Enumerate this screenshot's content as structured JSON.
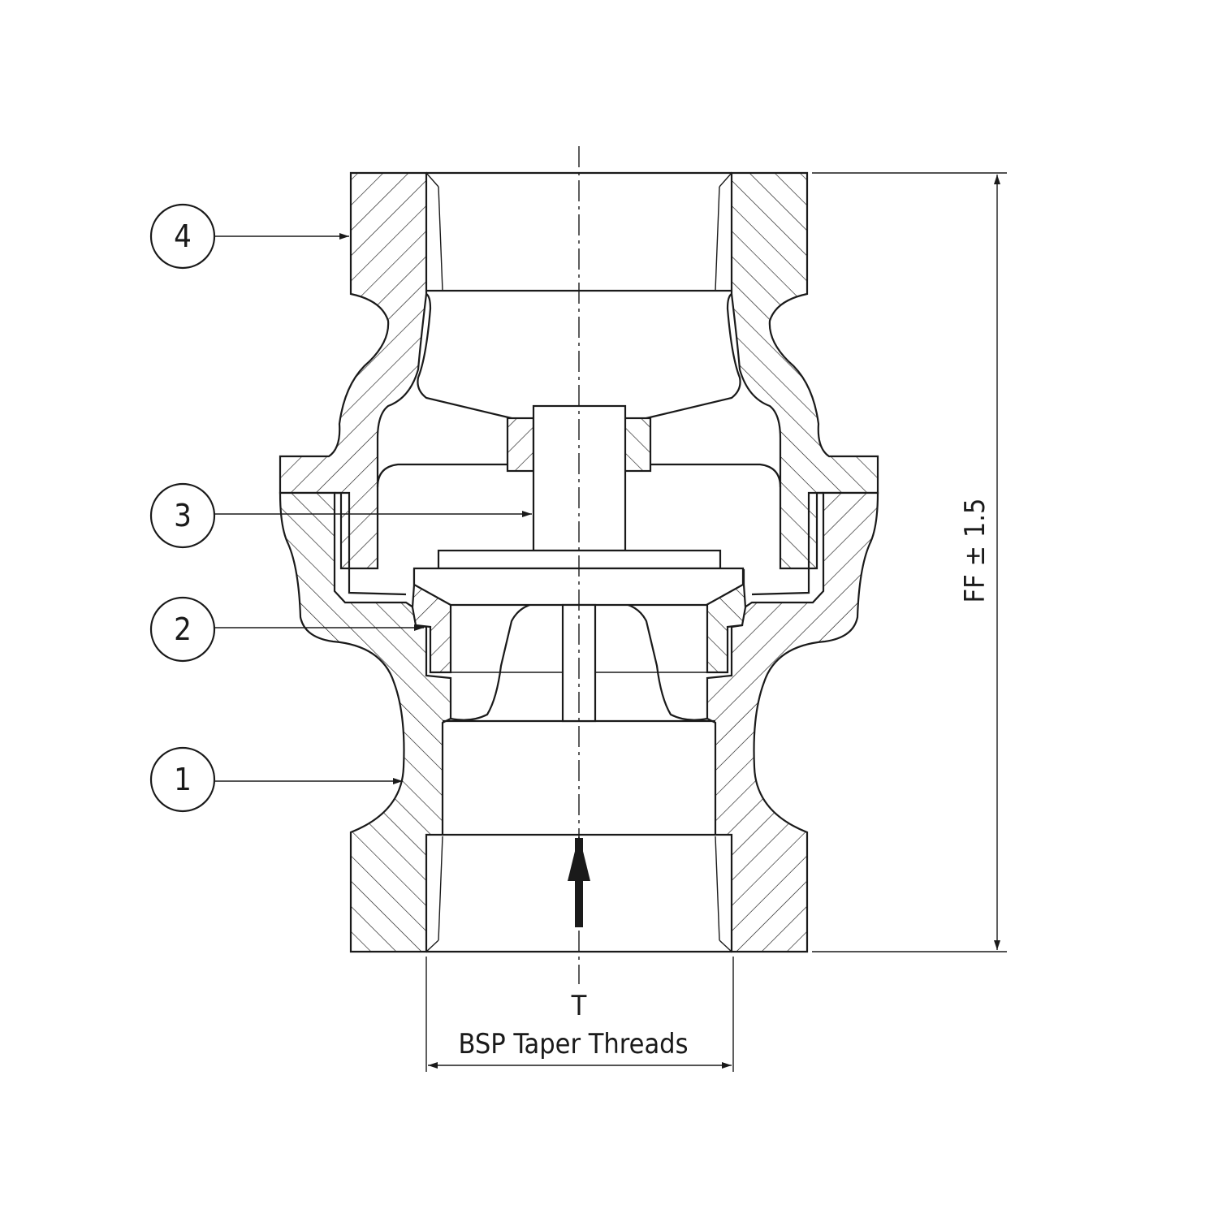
{
  "drawing": {
    "title": "Check valve cross-section",
    "balloons": [
      {
        "label": "4"
      },
      {
        "label": "3"
      },
      {
        "label": "2"
      },
      {
        "label": "1"
      }
    ],
    "thread_symbol": "T",
    "thread_label": "BSP Taper Threads",
    "height_dimension": "FF ± 1.5"
  }
}
